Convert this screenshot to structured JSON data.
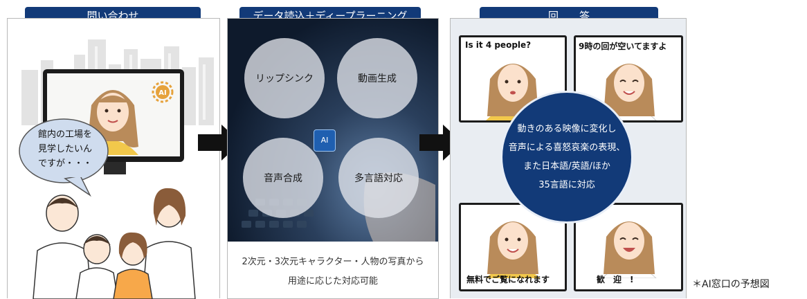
{
  "sections": {
    "inquiry_title": "問い合わせ",
    "processing_title": "データ読込＋ディープラーニング",
    "answer_title": "回　　答"
  },
  "inquiry": {
    "bubble_lines": [
      "館内の工場を",
      "見学したいん",
      "ですが・・・"
    ],
    "ai_badge": "AI"
  },
  "processing": {
    "circles": [
      "リップシンク",
      "動画生成",
      "音声合成",
      "多言語対応"
    ],
    "chip_label": "AI",
    "caption_lines": [
      "2次元・3次元キャラクター・人物の写真から",
      "用途に応じた対応可能"
    ]
  },
  "answer": {
    "tiles": [
      "Is it 4 people?",
      "9時の回が空いてますよ",
      "無料でご覧になれます",
      "歓　迎　!"
    ],
    "center_lines": [
      "動きのある映像に変化し",
      "音声による喜怒哀楽の表現、",
      "また日本語/英語/ほか",
      "35言語に対応"
    ]
  },
  "footnote": "＊AI窓口の予想図",
  "colors": {
    "header_blue": "#123a78",
    "arrow": "#111111",
    "bubble": "#cfdcee",
    "shirt_yellow": "#f2c84b",
    "orange": "#f7a84a"
  }
}
